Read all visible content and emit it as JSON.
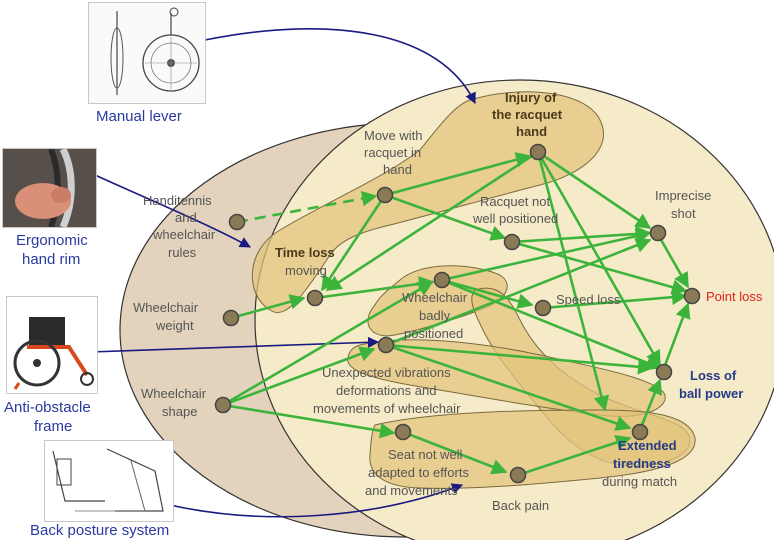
{
  "left_items": {
    "manual_lever": "Manual lever",
    "ergonomic_hand_rim": [
      "Ergonomic",
      "hand rim"
    ],
    "anti_obstacle_frame": [
      "Anti-obstacle",
      "frame"
    ],
    "back_posture_system": "Back posture system"
  },
  "nodes": {
    "handitennis_rules": [
      "Handitennis",
      "and",
      "wheelchair",
      "rules"
    ],
    "wheelchair_weight": [
      "Wheelchair",
      "weight"
    ],
    "wheelchair_shape": [
      "Wheelchair",
      "shape"
    ],
    "move_with_racquet": [
      "Move with",
      "racquet in",
      "hand"
    ],
    "injury_racquet_hand": [
      "Injury of",
      "the racquet",
      "hand"
    ],
    "time_loss": "Time loss",
    "time_loss_moving": "moving",
    "racquet_not_well_positioned": [
      "Racquet not",
      "well positioned"
    ],
    "imprecise_shot": [
      "Imprecise",
      "shot"
    ],
    "wheelchair_badly_positioned": [
      "Wheelchair",
      "badly",
      "positioned"
    ],
    "speed_loss": "Speed loss",
    "point_loss": "Point loss",
    "unexpected_vibrations": [
      "Unexpected vibrations",
      "deformations and",
      "movements of wheelchair"
    ],
    "loss_of_ball_power": [
      "Loss of",
      "ball power"
    ],
    "seat_not_well_adapted": [
      "Seat not well",
      "adapted to efforts",
      "and movements"
    ],
    "extended_tiredness": [
      "Extended",
      "tiredness"
    ],
    "during_match": "during match",
    "back_pain": "Back pain"
  },
  "colors": {
    "arrow_green": "#3cb43c",
    "link_blue": "#1a1a80",
    "point_loss_red": "#e02020",
    "bold_label_blue": "#243b8a",
    "left_ellipse": "#e3d3bd",
    "right_ellipse": "#f6ebc8",
    "blob": "#e2c47c",
    "node": "#8a7a55"
  },
  "icons": [
    "manual-lever-image",
    "hand-rim-image",
    "wheelchair-frame-image",
    "back-posture-drawing"
  ]
}
